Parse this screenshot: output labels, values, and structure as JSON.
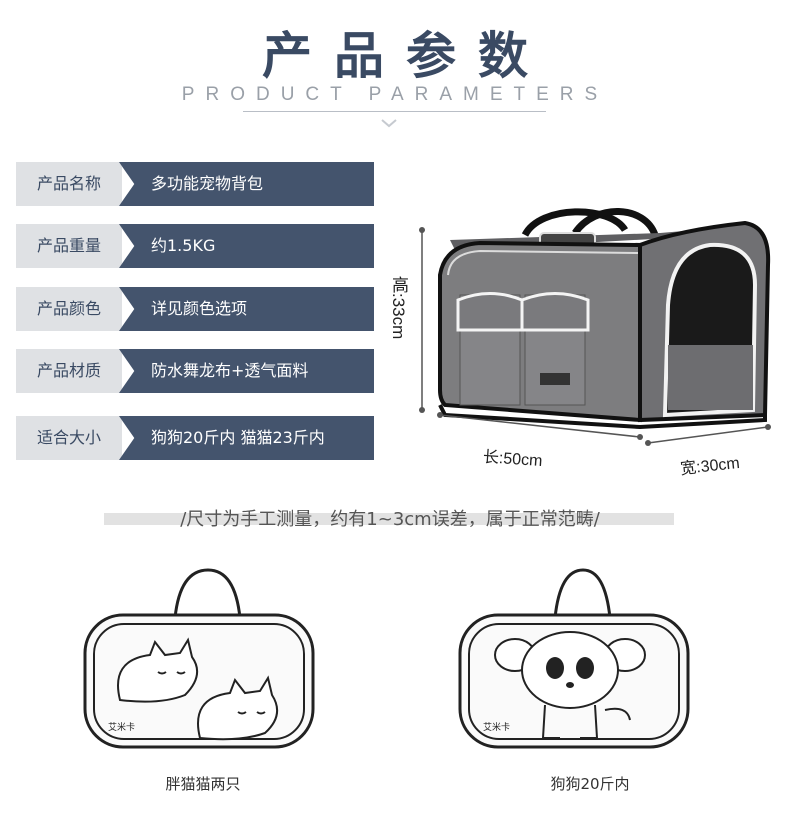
{
  "header": {
    "title": "产品参数",
    "subtitle": "PRODUCT PARAMETERS"
  },
  "params": [
    {
      "label": "产品名称",
      "value": "多功能宠物背包"
    },
    {
      "label": "产品重量",
      "value": "约1.5KG"
    },
    {
      "label": "产品颜色",
      "value": "详见颜色选项"
    },
    {
      "label": "产品材质",
      "value": "防水舞龙布+透气面料"
    },
    {
      "label": "适合大小",
      "value": "狗狗20斤内 猫猫23斤内"
    }
  ],
  "dimensions": {
    "height": "高:33cm",
    "length": "长:50cm",
    "width": "宽:30cm"
  },
  "note": "/尺寸为手工测量，约有1~3cm误差，属于正常范畴/",
  "illustrations": [
    {
      "caption": "胖猫猫两只",
      "brand": "艾米卡"
    },
    {
      "caption": "狗狗20斤内",
      "brand": "艾米卡"
    }
  ],
  "colors": {
    "accent": "#44546d",
    "label_bg": "#dfe1e4",
    "title": "#3a4a63",
    "bag_gray": "#7d7d7f"
  }
}
